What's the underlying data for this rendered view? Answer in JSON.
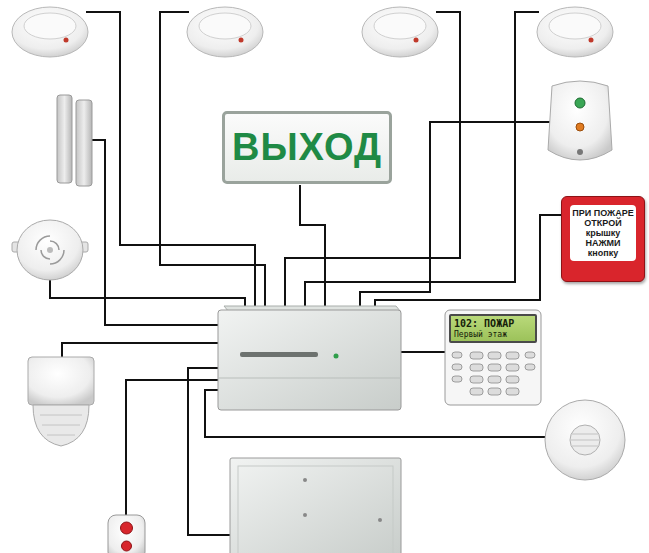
{
  "diagram": {
    "nodes": [
      {
        "text": [
          "ВЫХОД"
        ]
      },
      {
        "text": [
          "ПРИ ПОЖАРЕ ОТКРОЙ крышку НАЖМИ кнопку"
        ]
      },
      {
        "text": [
          "102: ПОЖАР",
          "Первый этаж"
        ]
      }
    ]
  }
}
